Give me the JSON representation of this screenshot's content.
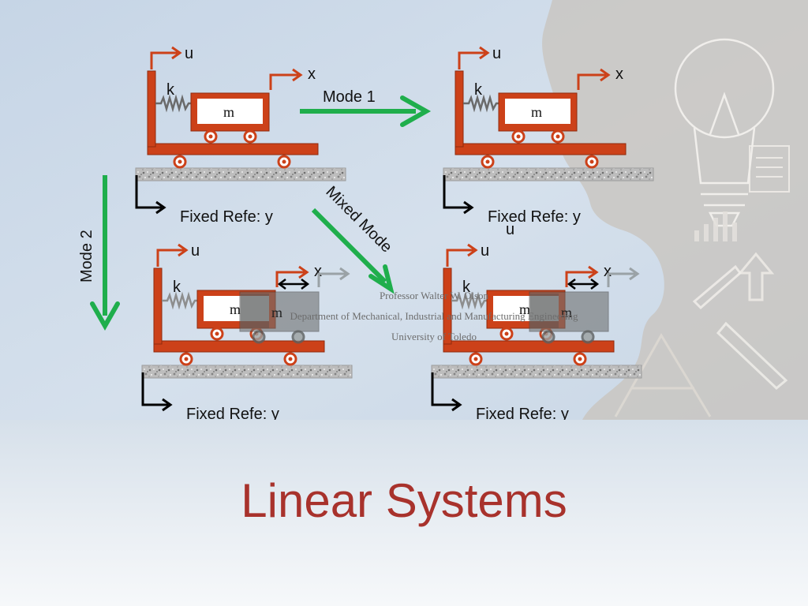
{
  "slide": {
    "title": "Linear Systems",
    "credit_lines": [
      "Professor Walter W. Olson",
      "Department of Mechanical, Industrial and Manufacturing Engineering",
      "University of Toledo"
    ]
  },
  "diagram": {
    "labels": {
      "mode1": "Mode 1",
      "mode2": "Mode 2",
      "mixed": "Mixed Mode",
      "ref": "Fixed Refe: y",
      "u": "u",
      "x": "x",
      "k": "k",
      "m": "m"
    },
    "panels": [
      {
        "id": "top-left",
        "displaced": false
      },
      {
        "id": "top-right",
        "displaced": false
      },
      {
        "id": "bottom-left",
        "displaced": true
      },
      {
        "id": "bottom-right",
        "displaced": true
      }
    ],
    "stray_label": "u",
    "colors": {
      "frame": "#cc4119",
      "arrow_green": "#1fae4c",
      "ground": "#a8a8a8",
      "title": "#a8322c",
      "ghost": "#6e7070"
    }
  }
}
